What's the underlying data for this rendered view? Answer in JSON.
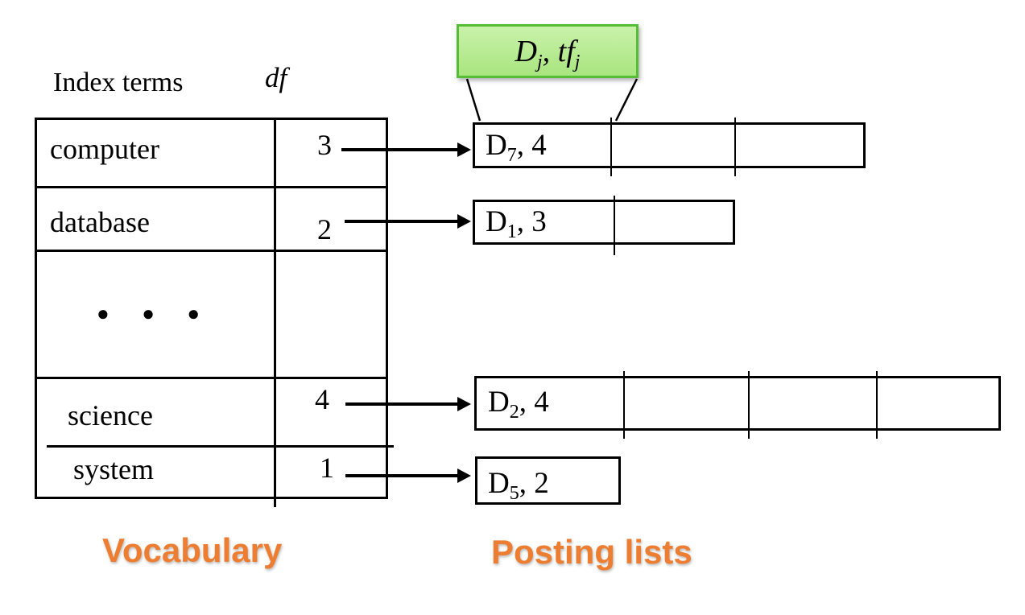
{
  "callout": {
    "d": "D",
    "d_sub": "j",
    "mid": ", tf",
    "tf_sub": "j"
  },
  "vocabulary": {
    "header_terms": "Index terms",
    "header_df": "df",
    "rows": [
      {
        "term": "computer",
        "df": "3"
      },
      {
        "term": "database",
        "df": "2"
      },
      {
        "term": "● ● ●",
        "df": ""
      },
      {
        "term": "science",
        "df": "4"
      },
      {
        "term": "system",
        "df": "1"
      }
    ],
    "label": "Vocabulary"
  },
  "postings": {
    "label": "Posting lists",
    "entries": [
      {
        "d": "D",
        "sub": "7",
        "rest": ", 4",
        "cells": 3
      },
      {
        "d": "D",
        "sub": "1",
        "rest": ", 3",
        "cells": 2
      },
      {
        "d": "D",
        "sub": "2",
        "rest": ", 4",
        "cells": 4
      },
      {
        "d": "D",
        "sub": "5",
        "rest": ", 2",
        "cells": 1
      }
    ]
  },
  "colors": {
    "accent_orange": "#ED7D31",
    "callout_border": "#56BE35",
    "callout_fill_top": "#C9F2AA",
    "callout_fill_bottom": "#A9E57F"
  }
}
